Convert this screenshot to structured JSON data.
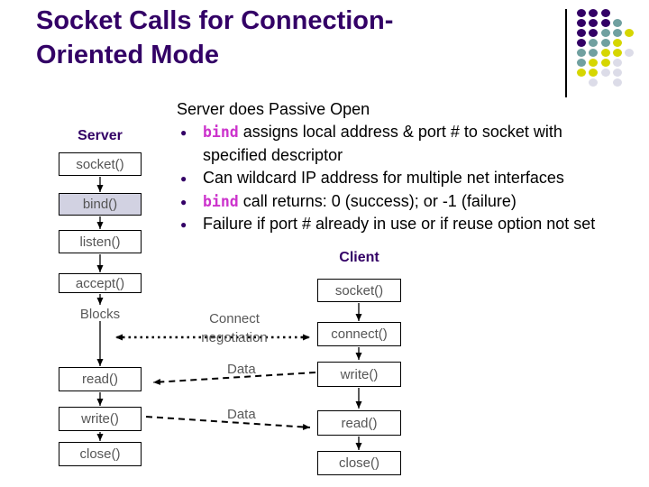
{
  "title": {
    "line1": "Socket Calls for Connection-",
    "line2": "Oriented Mode"
  },
  "decoration": {
    "rows": [
      "PPP",
      "PPPT",
      "PPTTY",
      "PTTY",
      "TTYYL",
      "TYYL",
      "YYLL",
      ".L.L"
    ],
    "palette": {
      "P": "#330066",
      "T": "#70A0A0",
      "Y": "#D6D600",
      "L": "#DCDCE8"
    }
  },
  "colors": {
    "title_purple": "#330066",
    "keyword_magenta": "#CC33CC",
    "bind_box_fill": "#D2D2E2",
    "label_gray": "#595959"
  },
  "content": {
    "heading": "Server does Passive Open",
    "bullets": [
      {
        "segments": [
          {
            "text": "bind",
            "code": true
          },
          {
            "text": " assigns local address & port # to socket with specified descriptor",
            "code": false
          }
        ]
      },
      {
        "segments": [
          {
            "text": "Can wildcard IP address for multiple net interfaces",
            "code": false
          }
        ]
      },
      {
        "segments": [
          {
            "text": "bind",
            "code": true
          },
          {
            "text": " call returns: 0 (success); or -1 (failure)",
            "code": false
          }
        ]
      },
      {
        "segments": [
          {
            "text": "Failure if port # already in use or if reuse option not set",
            "code": false
          }
        ]
      }
    ]
  },
  "diagram": {
    "server": {
      "label": "Server",
      "boxes": [
        {
          "label": "socket()"
        },
        {
          "label": "bind()",
          "highlighted": true
        },
        {
          "label": "listen()"
        },
        {
          "label": "accept()"
        },
        {
          "label": "read()"
        },
        {
          "label": "write()"
        },
        {
          "label": "close()"
        }
      ]
    },
    "client": {
      "label": "Client",
      "boxes": [
        {
          "label": "socket()"
        },
        {
          "label": "connect()"
        },
        {
          "label": "write()"
        },
        {
          "label": "read()"
        },
        {
          "label": "close()"
        }
      ]
    },
    "annotations": {
      "blocks": "Blocks",
      "connect_negotiation": "Connect negotiation",
      "data_label": "Data"
    }
  }
}
